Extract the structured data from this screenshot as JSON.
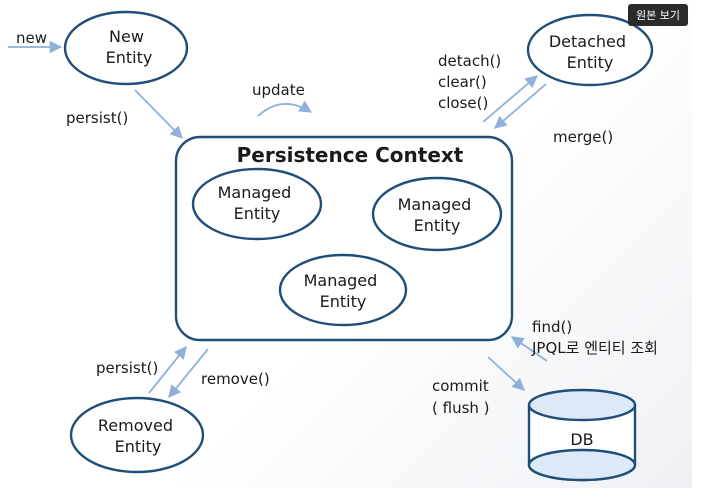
{
  "view_original_button": "원본 보기",
  "diagram": {
    "persistence_context": {
      "title": "Persistence Context"
    },
    "nodes": {
      "new_entity": [
        "New",
        "Entity"
      ],
      "detached_entity": [
        "Detached",
        "Entity"
      ],
      "managed_entity_1": [
        "Managed",
        "Entity"
      ],
      "managed_entity_2": [
        "Managed",
        "Entity"
      ],
      "managed_entity_3": [
        "Managed",
        "Entity"
      ],
      "removed_entity": [
        "Removed",
        "Entity"
      ],
      "db": "DB"
    },
    "edges": {
      "new": "new",
      "persist_top": "persist()",
      "update": "update",
      "detach_ops": [
        "detach()",
        "clear()",
        "close()"
      ],
      "merge": "merge()",
      "persist_bottom": "persist()",
      "remove": "remove()",
      "find": [
        "find()",
        "JPQL로 엔티티 조회"
      ],
      "commit": [
        "commit",
        "( flush )"
      ]
    }
  }
}
